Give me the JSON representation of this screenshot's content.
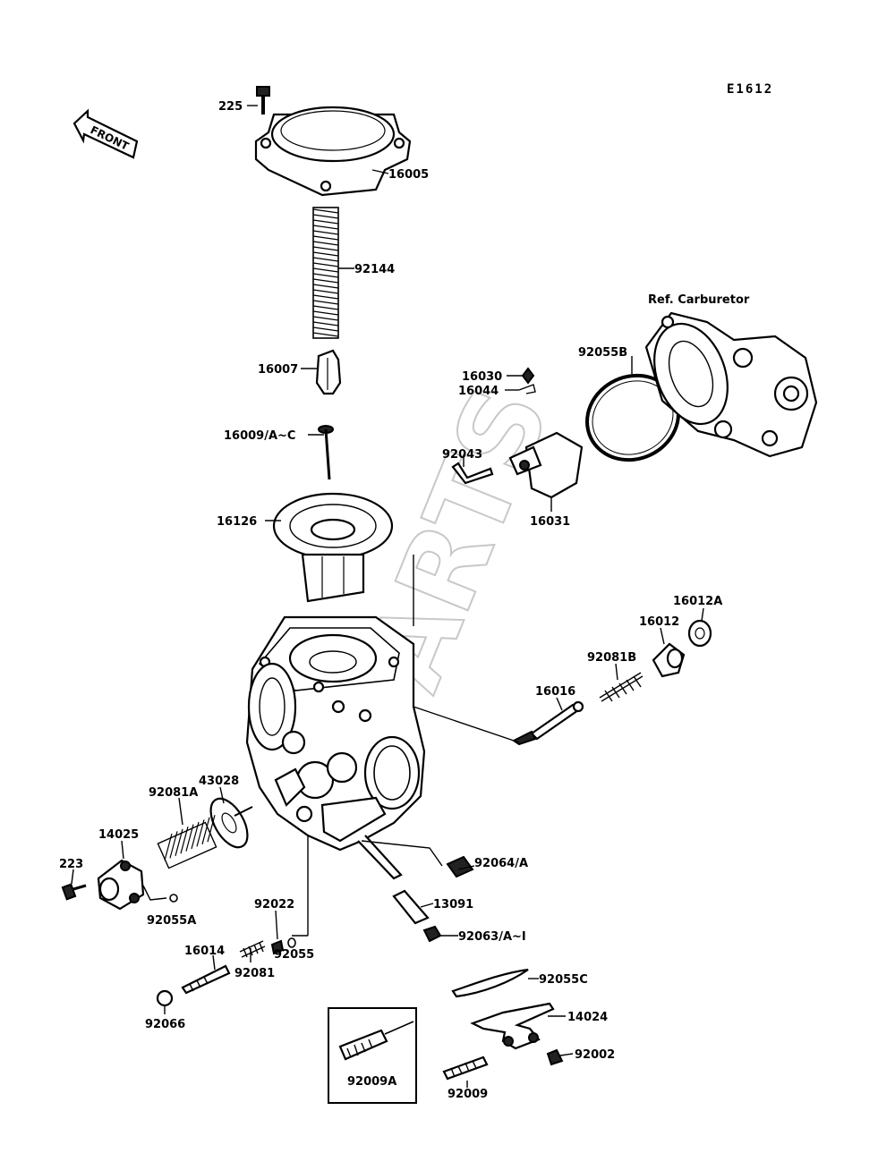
{
  "sheet_code": "E1612",
  "front_arrow_label": "FRONT",
  "watermark": "PARTS",
  "reference_note": "Ref. Carburetor",
  "parts": {
    "p225": "225",
    "p16005": "16005",
    "p92144": "92144",
    "p16007": "16007",
    "p16009": "16009/A~C",
    "p16126": "16126",
    "p92055B": "92055B",
    "p16030": "16030",
    "p16044": "16044",
    "p92043": "92043",
    "p16031": "16031",
    "p16012A": "16012A",
    "p16012": "16012",
    "p92081B": "92081B",
    "p16016": "16016",
    "p43028": "43028",
    "p92081A": "92081A",
    "p14025": "14025",
    "p223": "223",
    "p92055A": "92055A",
    "p92022": "92022",
    "p92055": "92055",
    "p16014": "16014",
    "p92081": "92081",
    "p92066": "92066",
    "p92064": "92064/A",
    "p13091": "13091",
    "p92063": "92063/A~I",
    "p92055C": "92055C",
    "p14024": "14024",
    "p92002": "92002",
    "p92009": "92009",
    "p92009A": "92009A"
  }
}
